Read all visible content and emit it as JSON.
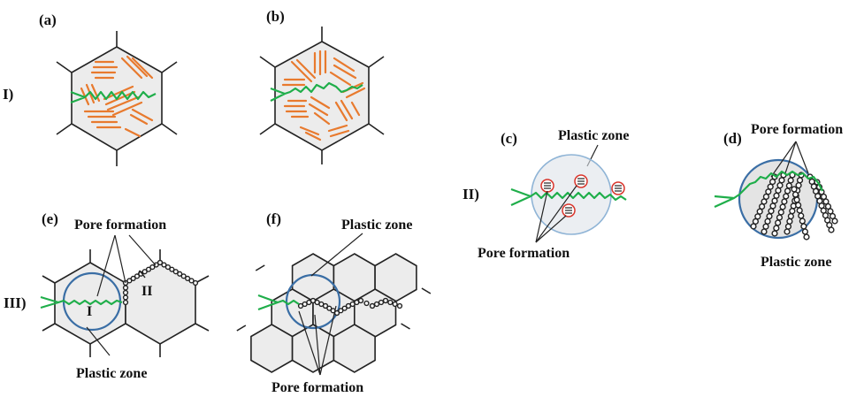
{
  "labels": {
    "a": "(a)",
    "b": "(b)",
    "c": "(c)",
    "d": "(d)",
    "e": "(e)",
    "f": "(f)",
    "row1": "I)",
    "row2": "II)",
    "row3": "III)",
    "grain1": "I",
    "grain2": "II"
  },
  "annotations": {
    "plastic_zone": "Plastic zone",
    "pore_formation": "Pore formation"
  },
  "colors": {
    "crack": "#1fae4a",
    "precipitate": "#e87a2e",
    "plastic_zone_fill": "#dde3ea",
    "plastic_zone_outline": "#3a6ea5",
    "pore_marker": "#d9342b"
  }
}
